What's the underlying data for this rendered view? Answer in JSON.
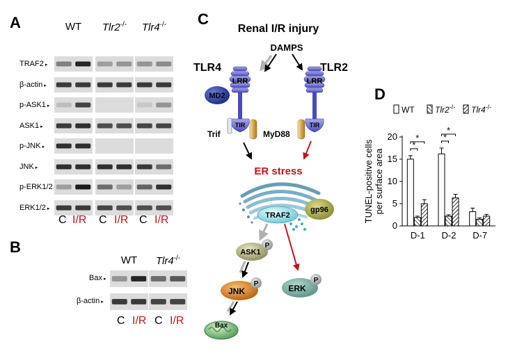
{
  "panel_a": {
    "letter": "A",
    "groups": [
      {
        "text": "WT",
        "sup": ""
      },
      {
        "text": "Tlr2",
        "sup": "-/-"
      },
      {
        "text": "Tlr4",
        "sup": "-/-"
      }
    ],
    "rows": [
      "TRAF2",
      "β-actin",
      "p-ASK1",
      "ASK1",
      "p-JNK",
      "JNK",
      "p-ERK1/2",
      "ERK1/2"
    ],
    "lanes": [
      {
        "label": "C",
        "color": "#000000"
      },
      {
        "label": "I/R",
        "color": "#c0141c"
      },
      {
        "label": "C",
        "color": "#000000"
      },
      {
        "label": "I/R",
        "color": "#c0141c"
      },
      {
        "label": "C",
        "color": "#000000"
      },
      {
        "label": "I/R",
        "color": "#c0141c"
      }
    ]
  },
  "panel_b": {
    "letter": "B",
    "groups": [
      {
        "text": "WT",
        "sup": ""
      },
      {
        "text": "Tlr4",
        "sup": "-/-"
      }
    ],
    "rows": [
      "Bax",
      "β-actin"
    ],
    "lanes": [
      {
        "label": "C",
        "color": "#000000"
      },
      {
        "label": "I/R",
        "color": "#c0141c"
      },
      {
        "label": "C",
        "color": "#000000"
      },
      {
        "label": "I/R",
        "color": "#c0141c"
      }
    ]
  },
  "panel_c": {
    "letter": "C",
    "title": "Renal I/R injury",
    "damps": "DAMPS",
    "tlr4": "TLR4",
    "tlr2": "TLR2",
    "lrr": "LRR",
    "md2": "MD2",
    "tir": "TIR",
    "trif": "Trif",
    "myd88": "MyD88",
    "er_stress": "ER stress",
    "traf2": "TRAF2",
    "gp96": "gp96",
    "ask1": "ASK1",
    "jnk": "JNK",
    "erk": "ERK",
    "bax": "Bax",
    "p": "P"
  },
  "panel_d": {
    "letter": "D",
    "legend": [
      {
        "text": "WT",
        "sup": ""
      },
      {
        "text": "Tlr2",
        "sup": "-/-"
      },
      {
        "text": "Tlr4",
        "sup": "-/-"
      }
    ],
    "significance": "*"
  },
  "chart_data": {
    "type": "bar",
    "ylabel": "TUNEL-positive cells per surface area",
    "ylabel_lines": [
      "TUNEL-positive cells",
      "per surface area"
    ],
    "ylim": [
      0,
      20
    ],
    "yticks": [
      0,
      5,
      10,
      15,
      20
    ],
    "categories": [
      "D-1",
      "D-2",
      "D-7"
    ],
    "series": [
      {
        "name": "WT",
        "values": [
          15.0,
          16.2,
          3.2
        ],
        "errors": [
          0.8,
          1.3,
          0.8
        ]
      },
      {
        "name": "Tlr2-/-",
        "values": [
          1.9,
          2.2,
          1.5
        ],
        "errors": [
          0.3,
          0.3,
          0.3
        ]
      },
      {
        "name": "Tlr4-/-",
        "values": [
          5.0,
          6.3,
          2.2
        ],
        "errors": [
          0.9,
          0.8,
          0.4
        ]
      }
    ],
    "legend_position": "top",
    "grid": false
  }
}
